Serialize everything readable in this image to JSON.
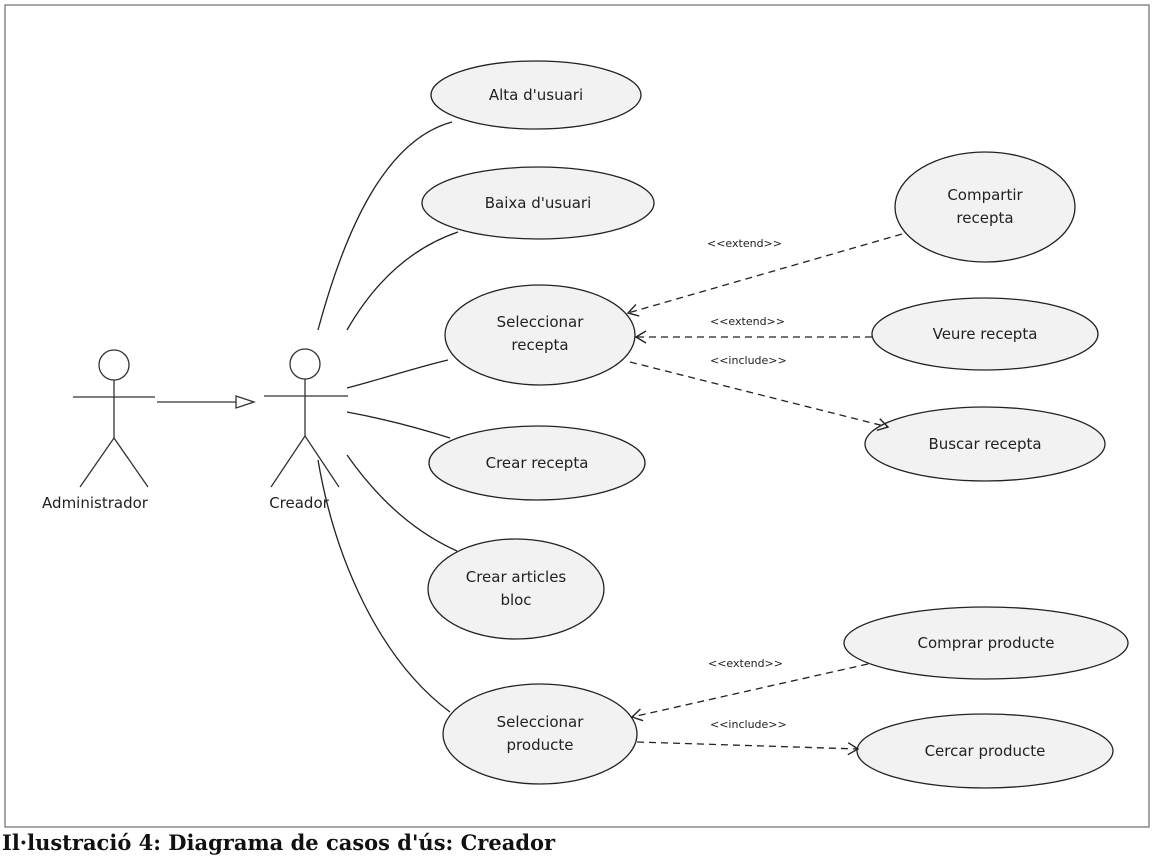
{
  "actors": {
    "admin": "Administrador",
    "creator": "Creador"
  },
  "use_cases": {
    "alta": "Alta d'usuari",
    "baixa": "Baixa d'usuari",
    "sel_recepta": [
      "Seleccionar",
      "recepta"
    ],
    "crear_recepta": "Crear recepta",
    "crear_articles": [
      "Crear articles",
      "bloc"
    ],
    "sel_producte": [
      "Seleccionar",
      "producte"
    ],
    "compartir": [
      "Compartir",
      "recepta"
    ],
    "veure": "Veure recepta",
    "buscar": "Buscar recepta",
    "comprar": "Comprar producte",
    "cercar": "Cercar producte"
  },
  "relations": {
    "extend_compartir": "<<extend>>",
    "extend_veure": "<<extend>>",
    "include_buscar": "<<include>>",
    "extend_comprar": "<<extend>>",
    "include_cercar": "<<include>>"
  },
  "caption": "Il·lustració 4: Diagrama de casos d'ús: Creador"
}
